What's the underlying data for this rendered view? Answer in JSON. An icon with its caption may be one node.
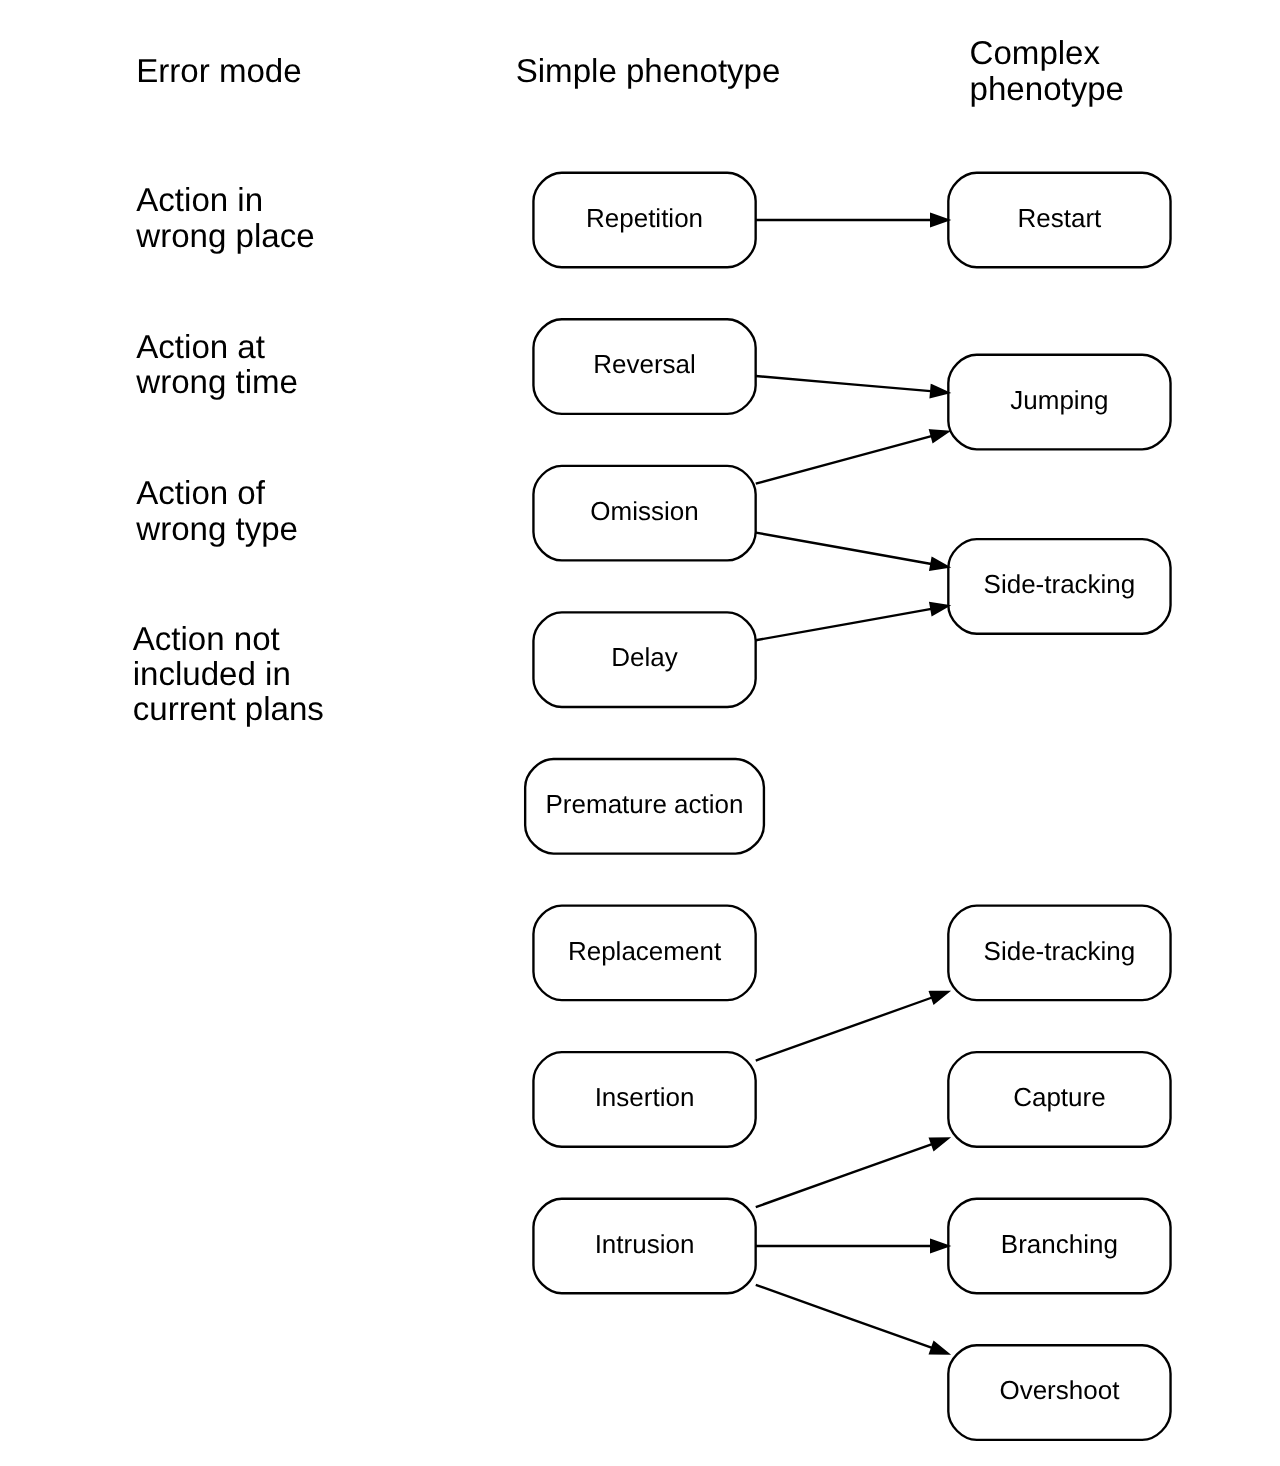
{
  "diagram": {
    "nodes": [
      {
        "text": [
          "Repetition"
        ]
      },
      {
        "text": [
          "Reversal"
        ]
      },
      {
        "text": [
          "Omission"
        ]
      },
      {
        "text": [
          "Delay"
        ]
      },
      {
        "text": [
          "Premature action"
        ]
      },
      {
        "text": [
          "Replacement"
        ]
      },
      {
        "text": [
          "Insertion"
        ]
      },
      {
        "text": [
          "Intrusion"
        ]
      },
      {
        "text": [
          "Restart"
        ]
      },
      {
        "text": [
          "Jumping"
        ]
      },
      {
        "text": [
          "Side-tracking"
        ]
      },
      {
        "text": [
          "Side-tracking"
        ]
      },
      {
        "text": [
          "Capture"
        ]
      },
      {
        "text": [
          "Branching"
        ]
      },
      {
        "text": [
          "Overshoot"
        ]
      }
    ],
    "edges": [
      {
        "from": 0,
        "to": 8,
        "arrow": "to"
      },
      {
        "from": 1,
        "to": 9,
        "arrow": "to"
      },
      {
        "from": 2,
        "to": 9,
        "arrow": "to"
      },
      {
        "from": 2,
        "to": 10,
        "arrow": "to"
      },
      {
        "from": 3,
        "to": 10,
        "arrow": "to"
      },
      {
        "from": 6,
        "to": 11,
        "arrow": "to"
      },
      {
        "from": 7,
        "to": 12,
        "arrow": "to"
      },
      {
        "from": 7,
        "to": 13,
        "arrow": "to"
      },
      {
        "from": 7,
        "to": 14,
        "arrow": "to"
      }
    ],
    "labels": [
      "Error mode",
      "Simple phenotype",
      "Complex phenotype",
      "Action in wrong place",
      "Action at wrong time",
      "Action of wrong type",
      "Action not included in current plans"
    ]
  }
}
